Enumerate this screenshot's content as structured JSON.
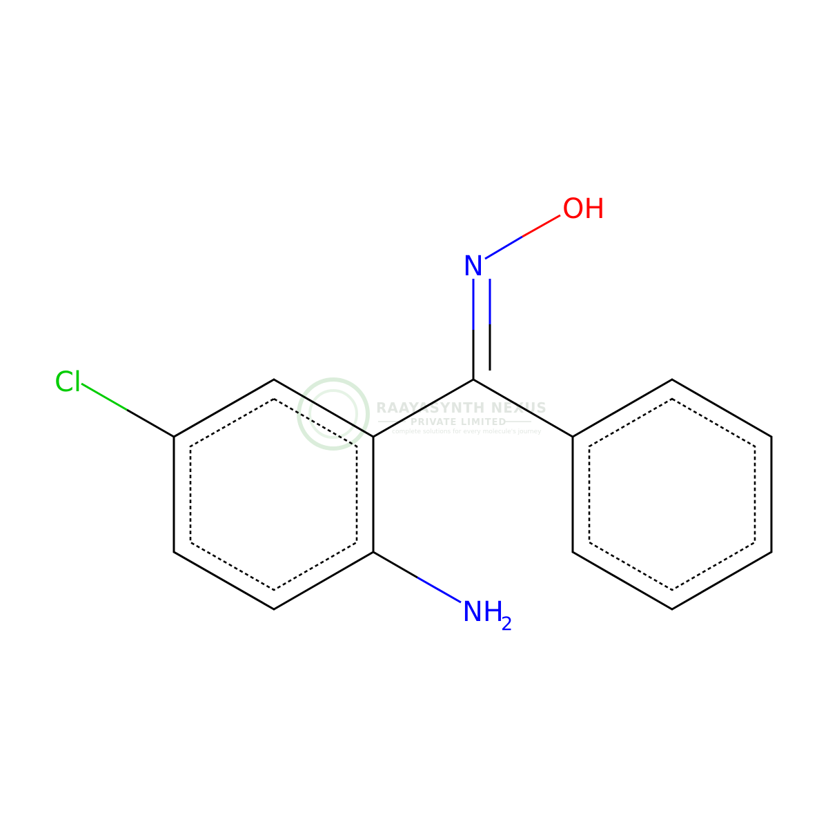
{
  "colors": {
    "carbon": "#000000",
    "nitrogen": "#0000ff",
    "oxygen": "#ff0000",
    "chlorine": "#00cc00",
    "watermark": "#c9d9c9"
  },
  "atoms": {
    "oh": "OH",
    "n": "N",
    "cl": "Cl",
    "nh": "NH",
    "nh_sub": "2"
  },
  "watermark": {
    "company": "RAAYASYNTH NEXUS",
    "subtitle": "PRIVATE LIMITED",
    "tagline": "complete solutions for every molecule's journey"
  }
}
